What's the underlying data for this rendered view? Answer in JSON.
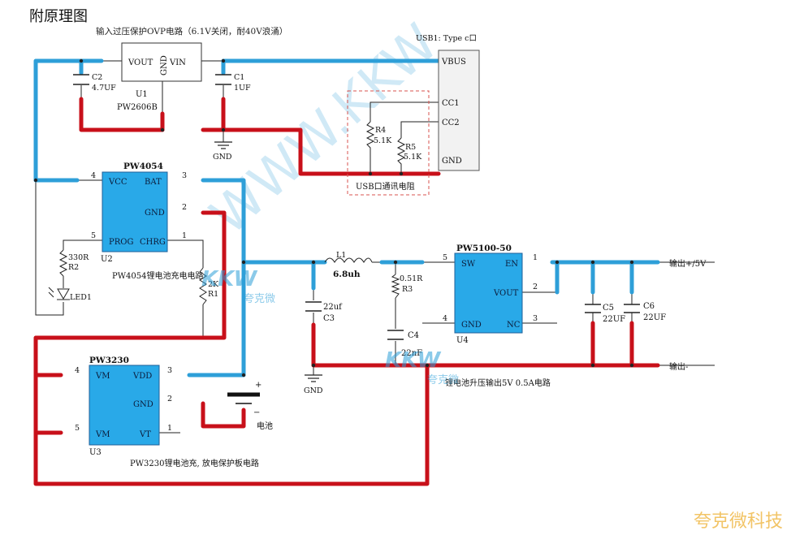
{
  "title": "附原理图",
  "brand_footer": "夸克微科技",
  "watermark": {
    "logo": "KKW",
    "text": "夸克微"
  },
  "colors": {
    "blue_trace": "#2e9fd8",
    "red_trace": "#c8101a",
    "ic_fill": "#29a9e8",
    "ic_stroke": "#1f5f99",
    "usb_box_fill": "#f2f2f2",
    "brand_footer": "#f2c466"
  },
  "ovp": {
    "caption": "输入过压保护OVP电路（6.1V关闭，耐40V浪涌）",
    "chip": {
      "ref": "U1",
      "part": "PW2606B",
      "pins": {
        "vout": "VOUT",
        "vin": "VIN",
        "gnd": "GND"
      }
    },
    "c2": {
      "ref": "C2",
      "value": "4.7UF"
    },
    "c1": {
      "ref": "C1",
      "value": "1UF"
    },
    "gnd_label": "GND"
  },
  "usb": {
    "title": "USB1: Type c口",
    "pins": {
      "vbus": "VBUS",
      "cc1": "CC1",
      "cc2": "CC2",
      "gnd": "GND"
    },
    "r4": {
      "ref": "R4",
      "value": "5.1K"
    },
    "r5": {
      "ref": "R5",
      "value": "5.1K"
    },
    "caption": "USB口通讯电阻"
  },
  "charger": {
    "part": "PW4054",
    "ref": "U2",
    "caption": "PW4054锂电池充电电路",
    "pins": {
      "vcc": "VCC",
      "vcc_num": "4",
      "bat": "BAT",
      "bat_num": "3",
      "gnd": "GND",
      "gnd_num": "2",
      "prog": "PROG",
      "prog_num": "5",
      "chrg": "CHRG",
      "chrg_num": "1"
    },
    "r2": {
      "ref": "R2",
      "value": "330R"
    },
    "r1": {
      "ref": "R1",
      "value": "2K"
    },
    "led": "LED1"
  },
  "protect": {
    "part": "PW3230",
    "ref": "U3",
    "caption": "PW3230锂电池充, 放电保护板电路",
    "pins": {
      "vm1": "VM",
      "vm1_num": "4",
      "vdd": "VDD",
      "vdd_num": "3",
      "gnd": "GND",
      "gnd_num": "2",
      "vm2": "VM",
      "vm2_num": "5",
      "vt": "VT",
      "vt_num": "1"
    },
    "battery": "电池",
    "plus": "+",
    "minus": "−"
  },
  "boost": {
    "part": "PW5100-50",
    "ref": "U4",
    "caption": "锂电池升压输出5V 0.5A电路",
    "pins": {
      "sw": "SW",
      "sw_num": "5",
      "en": "EN",
      "en_num": "1",
      "vout": "VOUT",
      "vout_num": "2",
      "gnd": "GND",
      "gnd_num": "4",
      "nc": "NC",
      "nc_num": "3"
    },
    "l1": {
      "ref": "L1",
      "value": "6.8uh"
    },
    "r3": {
      "ref": "R3",
      "value": "0.51R"
    },
    "c3": {
      "ref": "C3",
      "value": "22uf"
    },
    "c4": {
      "ref": "C4",
      "value": "22nF"
    },
    "c5": {
      "ref": "C5",
      "value": "22UF"
    },
    "c6": {
      "ref": "C6",
      "value": "22UF"
    },
    "gnd_label": "GND",
    "out_pos": "输出+/5V",
    "out_neg": "输出-"
  }
}
